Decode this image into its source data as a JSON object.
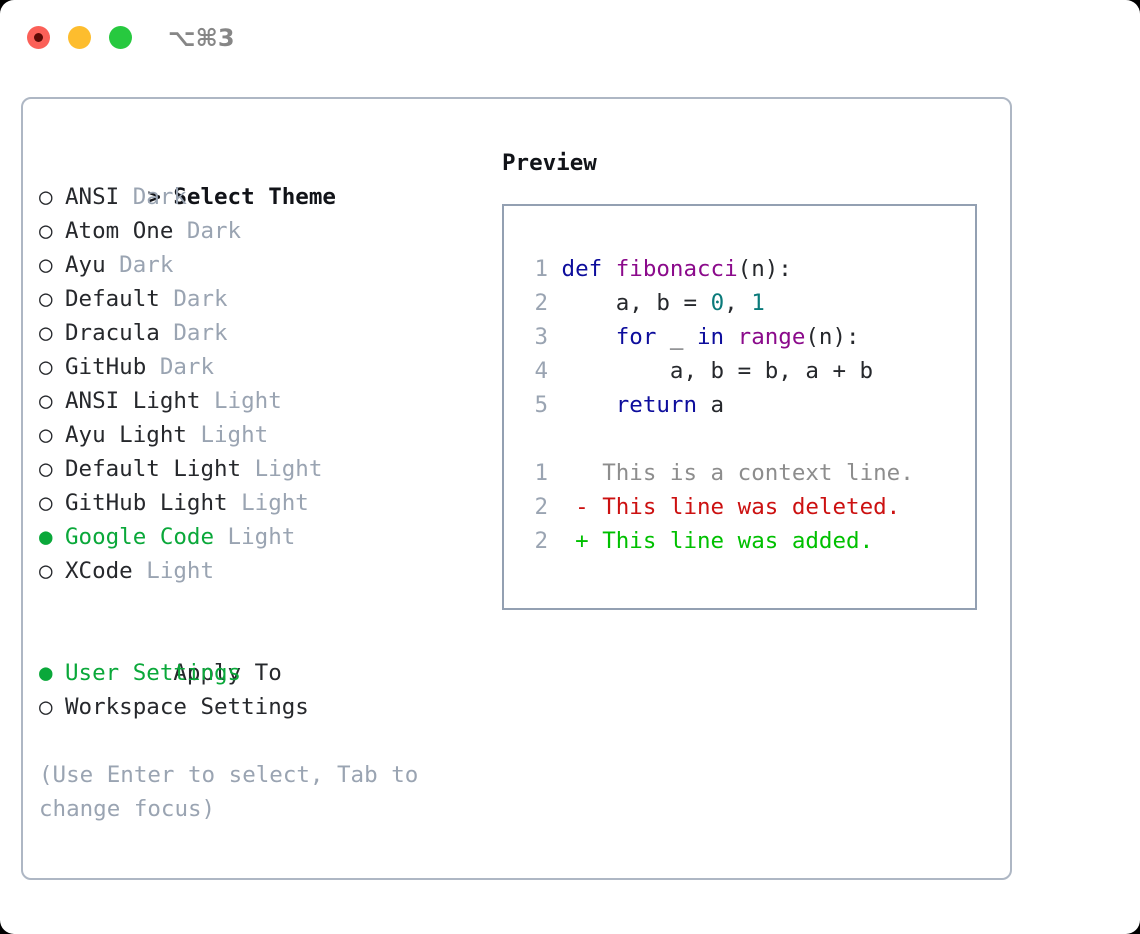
{
  "titlebar": {
    "shortcut": "⌥⌘3",
    "buttons": {
      "close": "close",
      "minimize": "minimize",
      "maximize": "maximize"
    }
  },
  "theme_picker": {
    "prompt_marker": ">",
    "title": "Select Theme",
    "selected_marker": "●",
    "unselected_marker": "○",
    "items": [
      {
        "name": "ANSI",
        "variant": "Dark",
        "selected": false
      },
      {
        "name": "Atom One",
        "variant": "Dark",
        "selected": false
      },
      {
        "name": "Ayu",
        "variant": "Dark",
        "selected": false
      },
      {
        "name": "Default",
        "variant": "Dark",
        "selected": false
      },
      {
        "name": "Dracula",
        "variant": "Dark",
        "selected": false
      },
      {
        "name": "GitHub",
        "variant": "Dark",
        "selected": false
      },
      {
        "name": "ANSI Light",
        "variant": "Light",
        "selected": false
      },
      {
        "name": "Ayu Light",
        "variant": "Light",
        "selected": false
      },
      {
        "name": "Default Light",
        "variant": "Light",
        "selected": false
      },
      {
        "name": "GitHub Light",
        "variant": "Light",
        "selected": false
      },
      {
        "name": "Google Code",
        "variant": "Light",
        "selected": true
      },
      {
        "name": "XCode",
        "variant": "Light",
        "selected": false
      }
    ]
  },
  "apply_to": {
    "title": "Apply To",
    "items": [
      {
        "name": "User Settings",
        "selected": true
      },
      {
        "name": "Workspace Settings",
        "selected": false
      }
    ]
  },
  "hint": "(Use Enter to select, Tab to change focus)",
  "preview": {
    "title": "Preview",
    "code_lines": [
      {
        "ln": "1",
        "tokens": [
          {
            "t": "def ",
            "c": "kw"
          },
          {
            "t": "fibonacci",
            "c": "fn"
          },
          {
            "t": "(n):",
            "c": "pl"
          }
        ]
      },
      {
        "ln": "2",
        "tokens": [
          {
            "t": "    a, b = ",
            "c": "pl"
          },
          {
            "t": "0",
            "c": "num"
          },
          {
            "t": ", ",
            "c": "pl"
          },
          {
            "t": "1",
            "c": "num"
          }
        ]
      },
      {
        "ln": "3",
        "tokens": [
          {
            "t": "    ",
            "c": "pl"
          },
          {
            "t": "for",
            "c": "kw"
          },
          {
            "t": " _ ",
            "c": "pl"
          },
          {
            "t": "in",
            "c": "kw"
          },
          {
            "t": " ",
            "c": "pl"
          },
          {
            "t": "range",
            "c": "fn"
          },
          {
            "t": "(n):",
            "c": "pl"
          }
        ]
      },
      {
        "ln": "4",
        "tokens": [
          {
            "t": "        a, b = b, a + b",
            "c": "pl"
          }
        ]
      },
      {
        "ln": "5",
        "tokens": [
          {
            "t": "    ",
            "c": "pl"
          },
          {
            "t": "return",
            "c": "kw"
          },
          {
            "t": " a",
            "c": "pl"
          }
        ]
      }
    ],
    "diff_lines": [
      {
        "ln": "1",
        "sign": " ",
        "text": "This is a context line.",
        "kind": "ctx"
      },
      {
        "ln": "2",
        "sign": "-",
        "text": "This line was deleted.",
        "kind": "del"
      },
      {
        "ln": "2",
        "sign": "+",
        "text": "This line was added.",
        "kind": "add"
      }
    ]
  },
  "colors": {
    "accent_green": "#0aa83a",
    "muted_gray": "#9aa4b2",
    "keyword_blue": "#0d0d9c",
    "function_purple": "#8b0a8b",
    "number_teal": "#0a7a7a",
    "diff_delete_red": "#cc1111",
    "diff_add_green": "#00c000",
    "panel_border": "#aeb7c4",
    "preview_border": "#93a0b2"
  }
}
